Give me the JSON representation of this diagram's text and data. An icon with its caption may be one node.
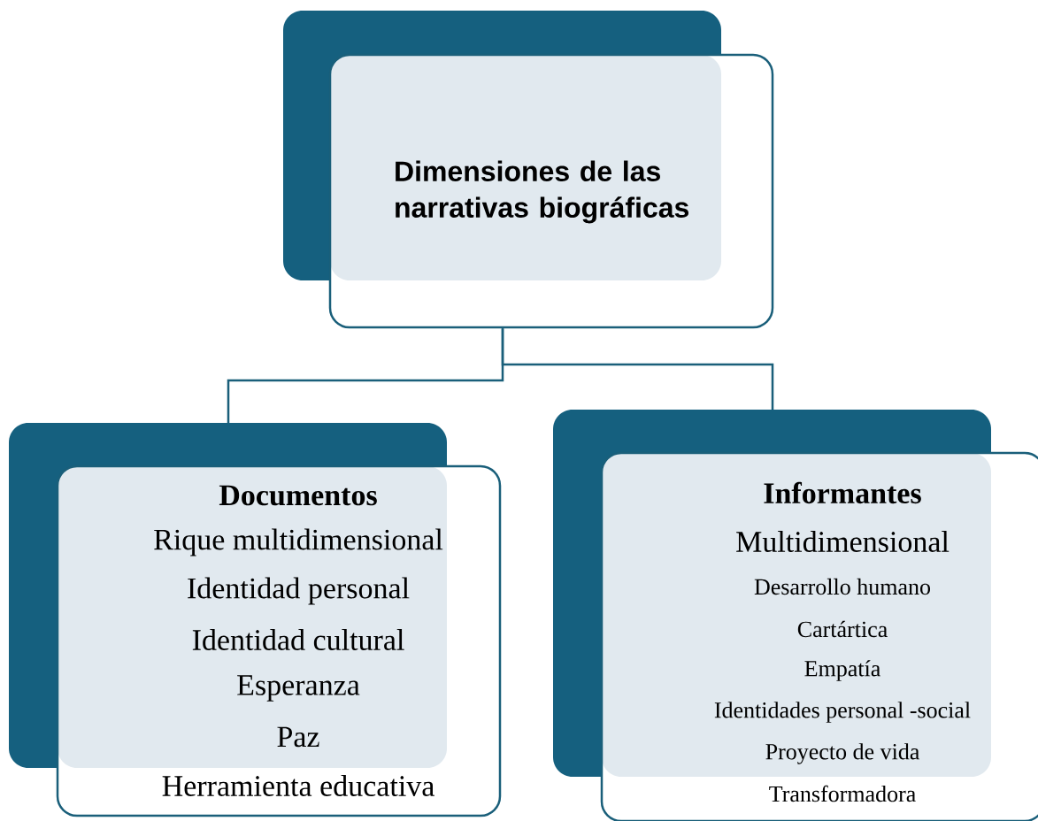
{
  "diagram": {
    "nodes": [
      {
        "text": [
          "Dimensiones de las narrativas biográficas"
        ]
      },
      {
        "text": [
          "Documentos",
          "Rique multidimensional",
          "Identidad personal",
          "Identidad cultural",
          "Esperanza",
          "Paz",
          "Herramienta educativa"
        ]
      },
      {
        "text": [
          "Informantes",
          "Multidimensional",
          "Desarrollo humano",
          "Cartártica",
          "Empatía",
          "Identidades personal -social",
          "Proyecto de vida",
          "Transformadora"
        ]
      }
    ],
    "edges": [
      {
        "from": 0,
        "to": 1,
        "arrow": "none"
      },
      {
        "from": 0,
        "to": 2,
        "arrow": "none"
      }
    ]
  }
}
